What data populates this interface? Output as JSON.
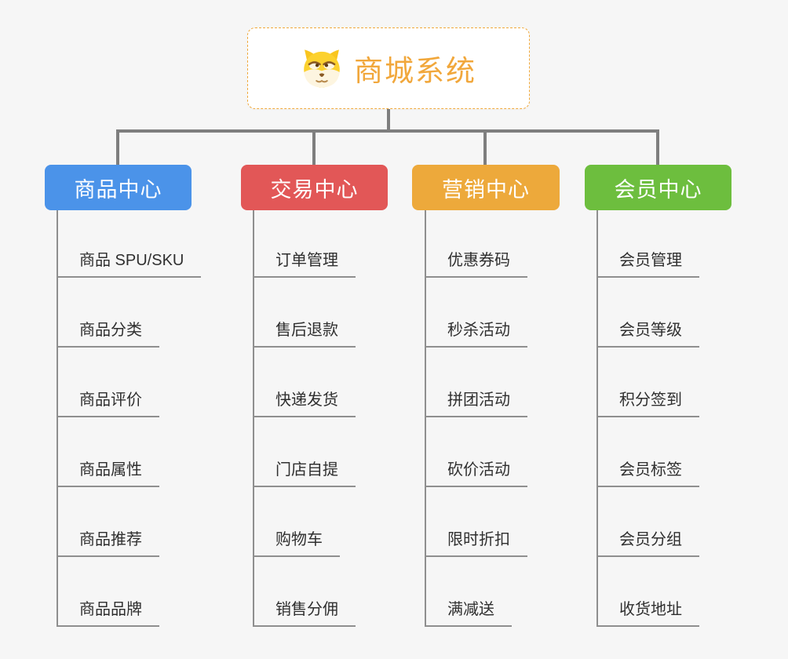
{
  "root": {
    "title": "商城系统",
    "icon": "doge-icon"
  },
  "colors": {
    "background": "#f6f6f6",
    "root_text": "#f1a73b",
    "root_border": "#f0a93c",
    "connector": "#7e7e7e",
    "spine": "#8f8f8f",
    "item_text": "#2f2f2f",
    "product": "#4b93e9",
    "trade": "#e25757",
    "marketing": "#eda93b",
    "member": "#6dbe3e"
  },
  "branches": [
    {
      "label": "商品中心",
      "color": "#4b93e9",
      "items": [
        "商品 SPU/SKU",
        "商品分类",
        "商品评价",
        "商品属性",
        "商品推荐",
        "商品品牌"
      ]
    },
    {
      "label": "交易中心",
      "color": "#e25757",
      "items": [
        "订单管理",
        "售后退款",
        "快递发货",
        "门店自提",
        "购物车",
        "销售分佣"
      ]
    },
    {
      "label": "营销中心",
      "color": "#eda93b",
      "items": [
        "优惠券码",
        "秒杀活动",
        "拼团活动",
        "砍价活动",
        "限时折扣",
        "满减送"
      ]
    },
    {
      "label": "会员中心",
      "color": "#6dbe3e",
      "items": [
        "会员管理",
        "会员等级",
        "积分签到",
        "会员标签",
        "会员分组",
        "收货地址"
      ]
    }
  ]
}
